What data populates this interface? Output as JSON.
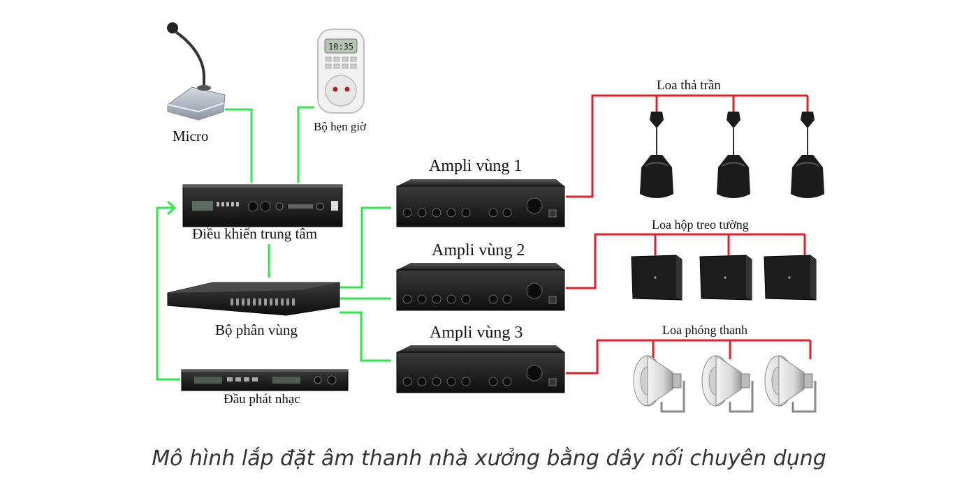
{
  "labels": {
    "micro": "Micro",
    "timer": "Bộ hẹn giờ",
    "central": "Điều khiển trung tâm",
    "zoner": "Bộ phân vùng",
    "player": "Đầu phát nhạc",
    "amp1": "Ampli vùng 1",
    "amp2": "Ampli vùng 2",
    "amp3": "Ampli vùng 3",
    "ceiling": "Loa thả trần",
    "wallbox": "Loa hộp treo tường",
    "horn": "Loa phóng thanh"
  },
  "timer_display": "10:35",
  "caption": "Mô hình lắp đặt âm thanh nhà xưởng bằng dây nối chuyên dụng",
  "colors": {
    "signal_line": "#2ee84a",
    "speaker_line": "#e0202a",
    "device_body": "#1a1a1a"
  }
}
